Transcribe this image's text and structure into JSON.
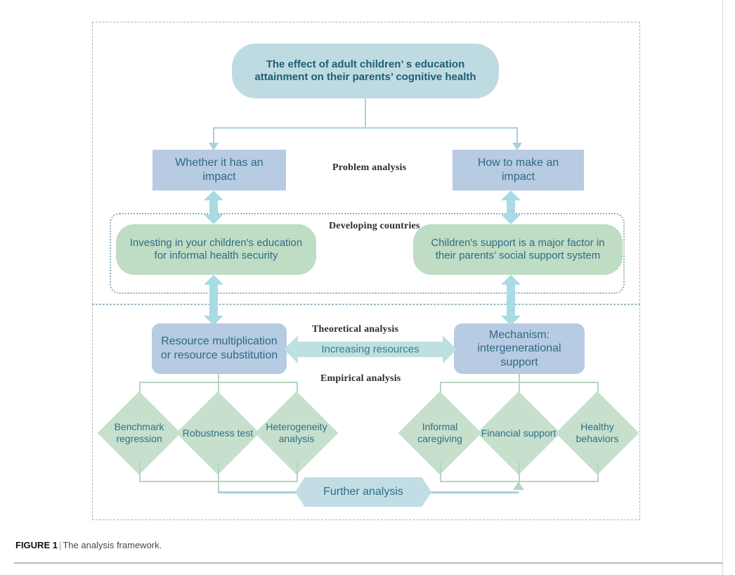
{
  "figure": {
    "label": "FIGURE 1",
    "separator": "|",
    "caption": "The analysis framework."
  },
  "colors": {
    "teal_fill": "#bedbe2",
    "blue_fill": "#b7cbe2",
    "green_fill": "#bfdcc4",
    "diamond_fill": "#c6e0cd",
    "hex_fill": "#c3dde5",
    "arrow_fill": "#a8dbe4",
    "line_blue": "#aacfdd",
    "line_green": "#b5d6c1",
    "dash_border": "#9fb8c4",
    "dot_border": "#8fb0c2",
    "text_blue": "#2f6a86",
    "text_serif": "#2b2b35"
  },
  "diagram": {
    "root": "The effect of adult children’ s education attainment on their parents’ cognitive health",
    "section_labels": {
      "problem_analysis": "Problem analysis",
      "developing_countries": "Developing countries",
      "theoretical_analysis": "Theoretical analysis",
      "empirical_analysis": "Empirical analysis"
    },
    "question_boxes": [
      {
        "id": "left",
        "label": "Whether it has an impact"
      },
      {
        "id": "right",
        "label": "How to make an impact"
      }
    ],
    "context_boxes": [
      {
        "id": "left",
        "label": "Investing in your children's education for informal health security"
      },
      {
        "id": "right",
        "label": "Children's support is a major factor in their parents’ social support system"
      }
    ],
    "mechanism_boxes": [
      {
        "id": "left",
        "label": "Resource multiplication or resource substitution"
      },
      {
        "id": "right",
        "label": "Mechanism: intergenerational support"
      }
    ],
    "bridge_arrow_label": "Increasing resources",
    "left_diamonds": [
      {
        "label": "Benchmark regression"
      },
      {
        "label": "Robustness test"
      },
      {
        "label": "Heterogeneity analysis"
      }
    ],
    "right_diamonds": [
      {
        "label": "Informal caregiving"
      },
      {
        "label": "Financial support"
      },
      {
        "label": "Healthy behaviors"
      }
    ],
    "further": "Further analysis"
  },
  "chart_data": {
    "type": "diagram",
    "title": "The analysis framework",
    "nodes": [
      {
        "id": "root",
        "text": "The effect of adult children’ s education attainment on their parents’ cognitive health",
        "shape": "rounded-rect",
        "fill": "#bedbe2"
      },
      {
        "id": "q-left",
        "text": "Whether it has an impact",
        "shape": "rect",
        "fill": "#b7cbe2"
      },
      {
        "id": "q-right",
        "text": "How to make an impact",
        "shape": "rect",
        "fill": "#b7cbe2"
      },
      {
        "id": "c-left",
        "text": "Investing in your children's education for informal health security",
        "shape": "rounded-rect",
        "fill": "#bfdcc4"
      },
      {
        "id": "c-right",
        "text": "Children's support is a major factor in their parents’ social support system",
        "shape": "rounded-rect",
        "fill": "#bfdcc4"
      },
      {
        "id": "m-left",
        "text": "Resource multiplication or resource substitution",
        "shape": "rounded-rect",
        "fill": "#b7cbe2"
      },
      {
        "id": "m-right",
        "text": "Mechanism: intergenerational support",
        "shape": "rounded-rect",
        "fill": "#b7cbe2"
      },
      {
        "id": "d1",
        "text": "Benchmark regression",
        "shape": "diamond",
        "fill": "#c6e0cd"
      },
      {
        "id": "d2",
        "text": "Robustness test",
        "shape": "diamond",
        "fill": "#c6e0cd"
      },
      {
        "id": "d3",
        "text": "Heterogeneity analysis",
        "shape": "diamond",
        "fill": "#c6e0cd"
      },
      {
        "id": "d4",
        "text": "Informal caregiving",
        "shape": "diamond",
        "fill": "#c6e0cd"
      },
      {
        "id": "d5",
        "text": "Financial support",
        "shape": "diamond",
        "fill": "#c6e0cd"
      },
      {
        "id": "d6",
        "text": "Healthy behaviors",
        "shape": "diamond",
        "fill": "#c6e0cd"
      },
      {
        "id": "further",
        "text": "Further analysis",
        "shape": "hexagon",
        "fill": "#c3dde5"
      }
    ],
    "edges": [
      {
        "from": "root",
        "to": "q-left",
        "type": "arrow"
      },
      {
        "from": "root",
        "to": "q-right",
        "type": "arrow"
      },
      {
        "from": "q-left",
        "to": "c-left",
        "type": "double-arrow"
      },
      {
        "from": "q-right",
        "to": "c-right",
        "type": "double-arrow"
      },
      {
        "from": "c-left",
        "to": "m-left",
        "type": "double-arrow"
      },
      {
        "from": "c-right",
        "to": "m-right",
        "type": "double-arrow"
      },
      {
        "from": "m-left",
        "to": "m-right",
        "type": "double-arrow",
        "label": "Increasing resources"
      },
      {
        "from": "m-left",
        "to": "d1",
        "type": "line"
      },
      {
        "from": "m-left",
        "to": "d2",
        "type": "line"
      },
      {
        "from": "m-left",
        "to": "d3",
        "type": "line"
      },
      {
        "from": "m-right",
        "to": "d4",
        "type": "line"
      },
      {
        "from": "m-right",
        "to": "d5",
        "type": "line"
      },
      {
        "from": "m-right",
        "to": "d6",
        "type": "line"
      },
      {
        "from": "d1",
        "to": "further",
        "type": "line"
      },
      {
        "from": "further",
        "to": "d4",
        "type": "arrow"
      }
    ],
    "groups": [
      {
        "label": "Problem analysis",
        "style": "dashed"
      },
      {
        "label": "Developing countries",
        "style": "dotted"
      },
      {
        "label": "Theoretical analysis",
        "style": "dashed"
      },
      {
        "label": "Empirical analysis",
        "style": "dashed"
      }
    ]
  }
}
